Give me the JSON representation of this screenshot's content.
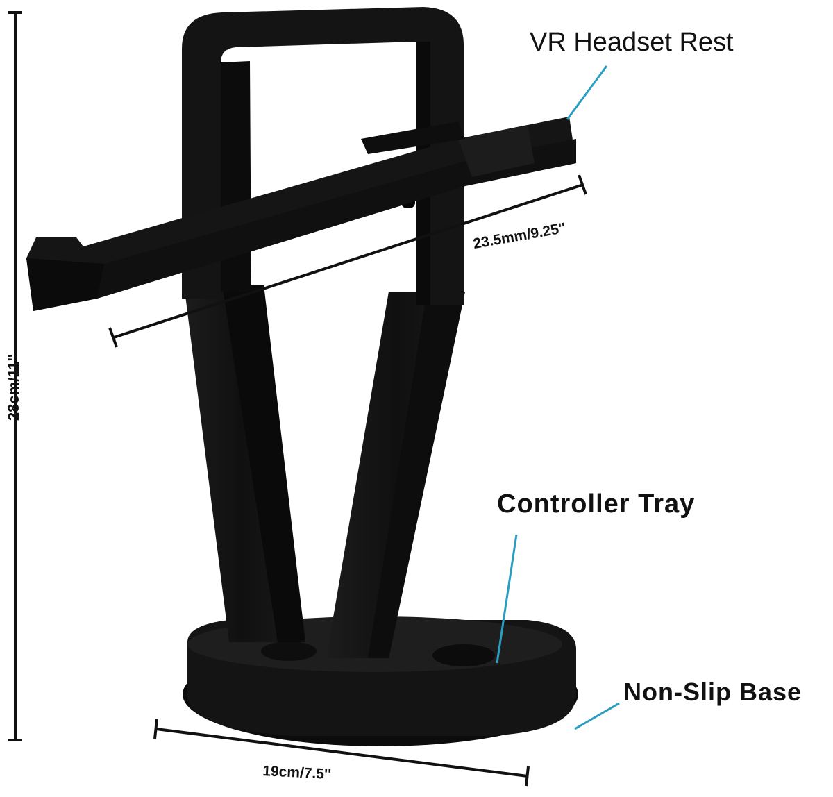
{
  "labels": {
    "headset_rest": "VR Headset Rest",
    "controller_tray": "Controller Tray",
    "non_slip_base": "Non-Slip Base"
  },
  "dimensions": {
    "height": "28cm/11''",
    "rest_width": "23.5mm/9.25''",
    "base_width": "19cm/7.5''"
  },
  "colors": {
    "background": "#ffffff",
    "product": "#121212",
    "product_edge": "#2a2a2a",
    "callout_line": "#2a9ec0",
    "dimension_line": "#111111"
  }
}
